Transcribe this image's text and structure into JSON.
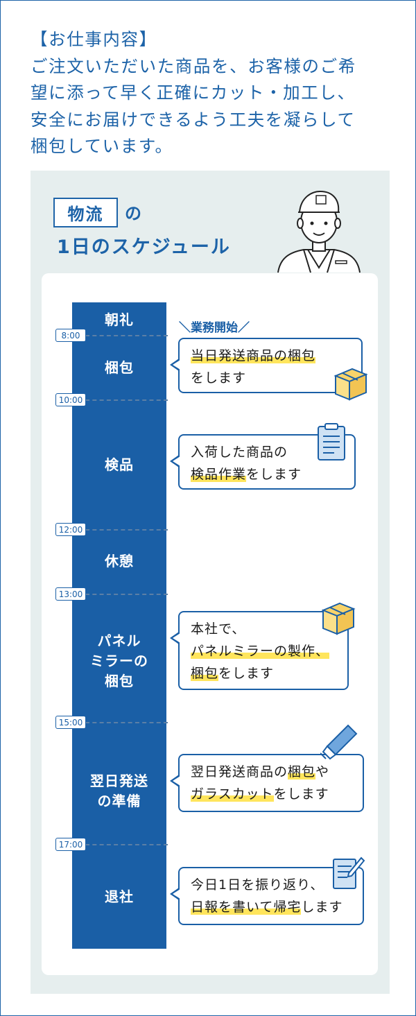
{
  "intro": {
    "heading": "【お仕事内容】",
    "lines": [
      "ご注文いただいた商品を、お客様のご希",
      "望に添って早く正確にカット・加工し、",
      "安全にお届けできるよう工夫を凝らして",
      "梱包しています。"
    ]
  },
  "title": {
    "department": "物流",
    "particle": "の",
    "subtitle": "1日のスケジュール"
  },
  "schedule": {
    "start_label": "業務開始",
    "times": [
      "8:00",
      "10:00",
      "12:00",
      "13:00",
      "15:00",
      "17:00"
    ],
    "activities": [
      {
        "label_lines": [
          "朝礼"
        ]
      },
      {
        "label_lines": [
          "梱包"
        ]
      },
      {
        "label_lines": [
          "検品"
        ]
      },
      {
        "label_lines": [
          "休憩"
        ]
      },
      {
        "label_lines": [
          "パネル",
          "ミラーの",
          "梱包"
        ]
      },
      {
        "label_lines": [
          "翌日発送",
          "の準備"
        ]
      },
      {
        "label_lines": [
          "退社"
        ]
      }
    ],
    "bubbles": [
      {
        "line1_hl": "当日発送商品の梱包",
        "line1_rest": "",
        "line2_hl": "",
        "line2_rest": "をします",
        "icon": "cardboard-box-icon"
      },
      {
        "line1_hl": "",
        "line1_rest": "入荷した商品の",
        "line2_hl": "検品作業",
        "line2_rest": "をします",
        "icon": "clipboard-icon"
      },
      {
        "line1_rest": "本社で、",
        "line2_hl": "パネルミラーの製作、",
        "line3_hl": "梱包",
        "line3_rest": "をします",
        "icon": "cardboard-box-icon"
      },
      {
        "line1_rest_a": "翌日発送商品の",
        "line1_hl": "梱包",
        "line1_rest_b": "や",
        "line2_hl": "ガラスカット",
        "line2_rest": "をします",
        "icon": "glass-cutter-icon"
      },
      {
        "line1_rest": "今日1日を振り返り、",
        "line2_hl": "日報を書いて帰宅",
        "line2_rest": "します",
        "icon": "report-pen-icon"
      }
    ]
  },
  "colors": {
    "accent": "#1a5fa6",
    "panel": "#e6eeee",
    "highlight": "#ffe55c"
  }
}
